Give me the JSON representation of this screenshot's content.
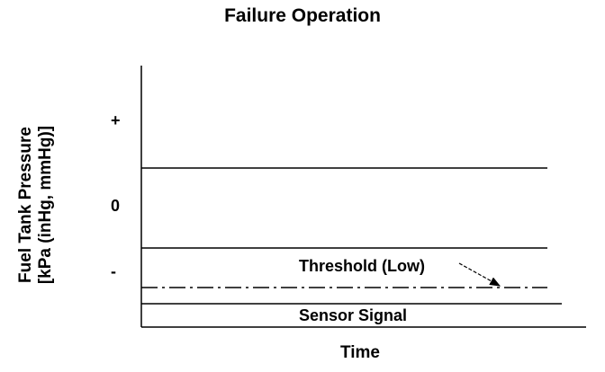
{
  "title": "Failure Operation",
  "y_axis": {
    "label_line1": "Fuel Tank Pressure",
    "label_line2": "[kPa (inHg, mmHg)]",
    "ticks": {
      "plus": "+",
      "zero": "0",
      "minus": "-"
    }
  },
  "x_axis": {
    "label": "Time"
  },
  "annotations": {
    "threshold": "Threshold (Low)",
    "sensor_signal": "Sensor Signal"
  }
}
